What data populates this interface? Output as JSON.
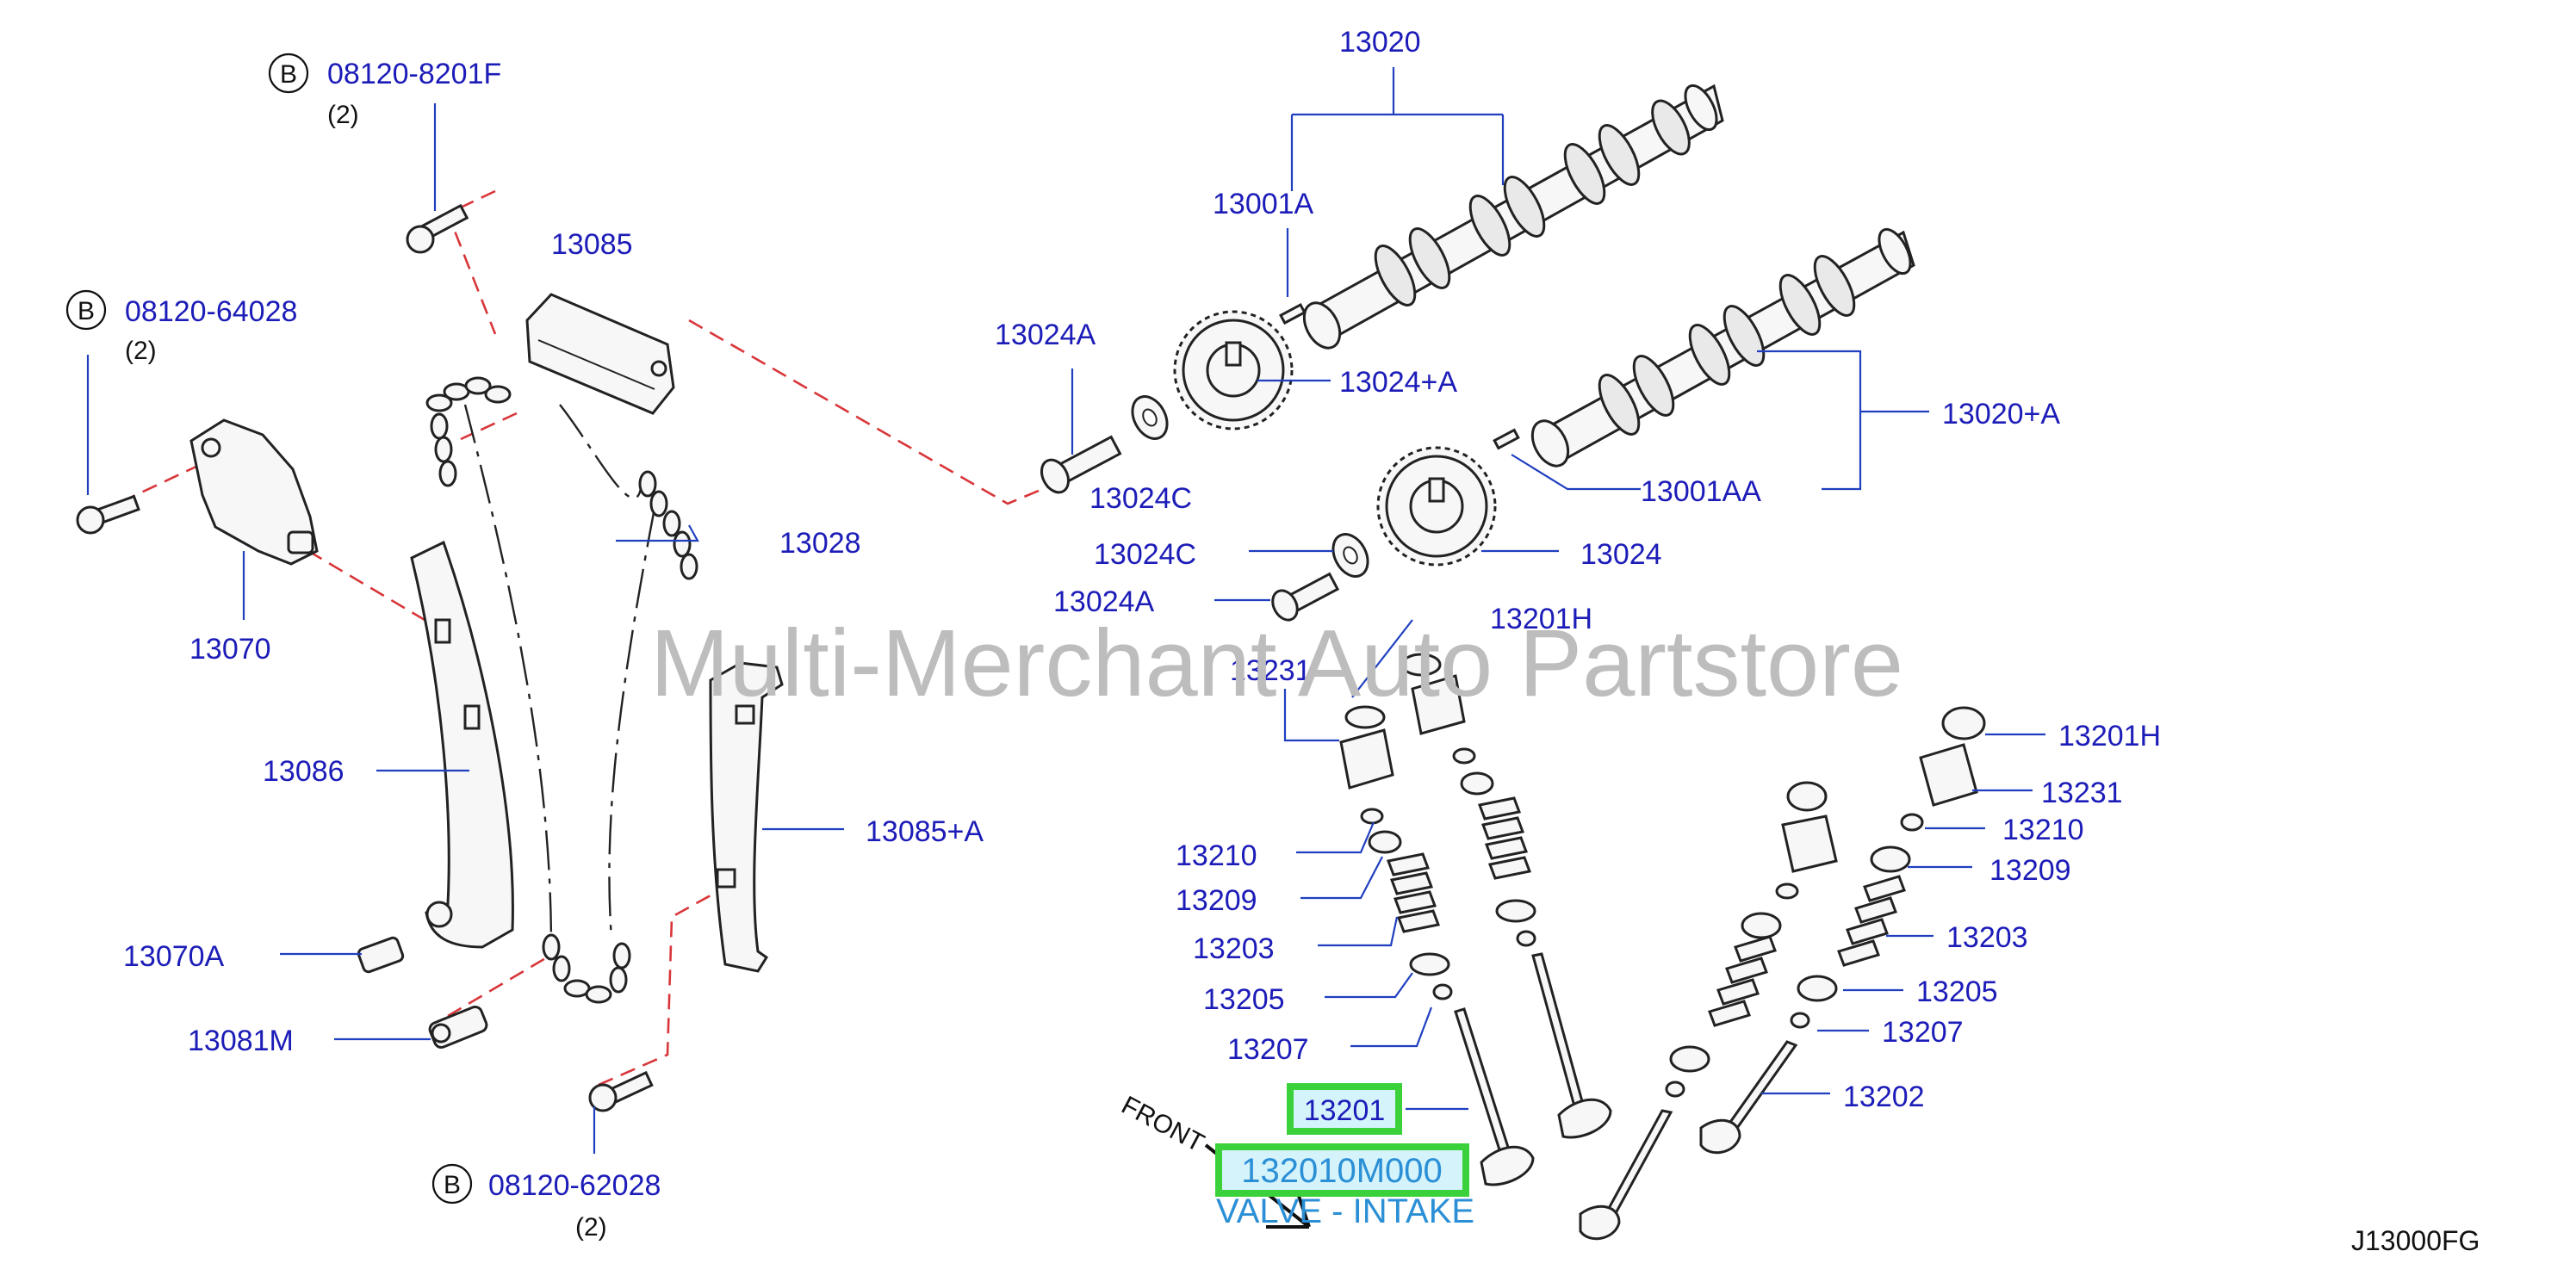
{
  "diagram": {
    "code": "J13000FG",
    "watermark": "Multi-Merchant Auto Partstore",
    "front_label": "FRONT",
    "bolt_letter": "B",
    "bolts": [
      {
        "id": "b1",
        "part": "08120-8201F",
        "qty": "(2)"
      },
      {
        "id": "b2",
        "part": "08120-64028",
        "qty": "(2)"
      },
      {
        "id": "b3",
        "part": "08120-62028",
        "qty": "(2)"
      }
    ],
    "labels": {
      "p13020": "13020",
      "p13001A": "13001A",
      "p13085": "13085",
      "p13024A_top": "13024A",
      "p13024pA": "13024+A",
      "p13020pA": "13020+A",
      "p13024C_top": "13024C",
      "p13001AA": "13001AA",
      "p13028": "13028",
      "p13024C_mid": "13024C",
      "p13024": "13024",
      "p13070": "13070",
      "p13024A_mid": "13024A",
      "p13201H_top": "13201H",
      "p13231_left": "13231",
      "p13086": "13086",
      "p13201H_right": "13201H",
      "p13231_right": "13231",
      "p13085pA": "13085+A",
      "p13210_right": "13210",
      "p13210_left": "13210",
      "p13209_right": "13209",
      "p13209_left": "13209",
      "p13203_right": "13203",
      "p13203_left": "13203",
      "p13070A": "13070A",
      "p13205_right": "13205",
      "p13205_left": "13205",
      "p13207_right": "13207",
      "p13081M": "13081M",
      "p13207_left": "13207",
      "p13202": "13202"
    },
    "highlight": {
      "part_ref": "13201",
      "part_number": "132010M000",
      "description": "VALVE - INTAKE",
      "color": "#3bd13b"
    }
  },
  "colors": {
    "label": "#1c1cb8",
    "leader": "#1f3fbf",
    "dash": "#d8363a",
    "watermark": "#bdbdbd",
    "info": "#2b8fd6"
  }
}
